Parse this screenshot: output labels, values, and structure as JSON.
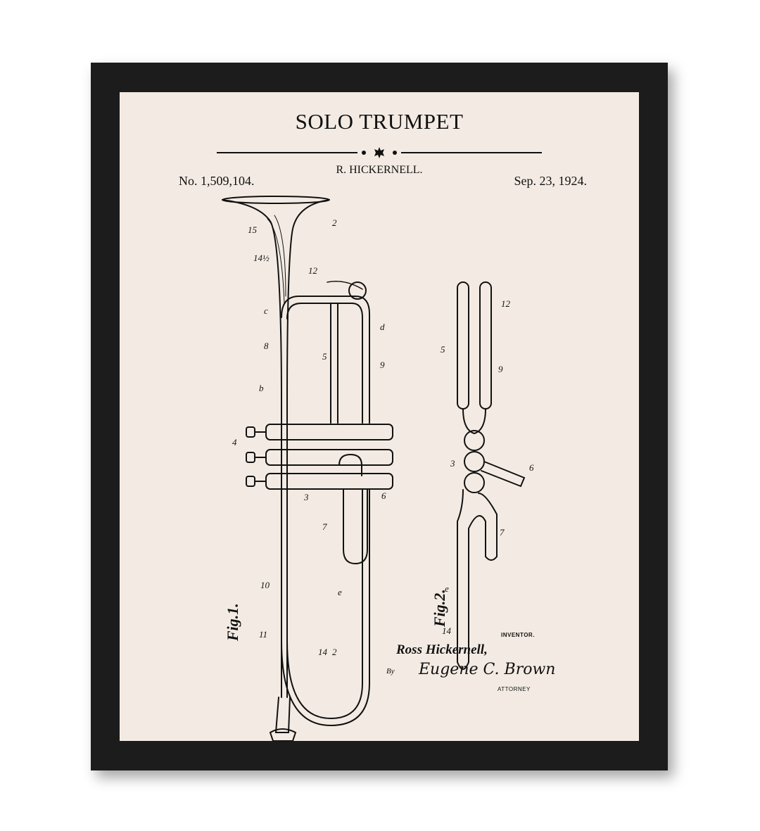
{
  "poster": {
    "title": "SOLO TRUMPET",
    "inventor_name": "R. HICKERNELL.",
    "patent_number": "No. 1,509,104.",
    "patent_date": "Sep. 23, 1924."
  },
  "figures": {
    "fig1_label": "Fig.1.",
    "fig2_label": "Fig.2.",
    "fig1_callouts": [
      "15",
      "14½",
      "c",
      "8",
      "b",
      "4",
      "3",
      "10",
      "11",
      "12",
      "d",
      "9",
      "5",
      "6",
      "7",
      "e",
      "14",
      "2",
      "2"
    ],
    "fig2_callouts": [
      "5",
      "12",
      "9",
      "3",
      "6",
      "7",
      "e",
      "14"
    ]
  },
  "signature": {
    "inventor_label": "INVENTOR.",
    "inventor_signature": "Ross Hickernell,",
    "by_label": "By",
    "attorney_signature": "Eugene C. Brown",
    "attorney_label": "ATTORNEY"
  },
  "colors": {
    "frame": "#1c1c1c",
    "paper": "#f3ebe3",
    "ink": "#111111"
  }
}
